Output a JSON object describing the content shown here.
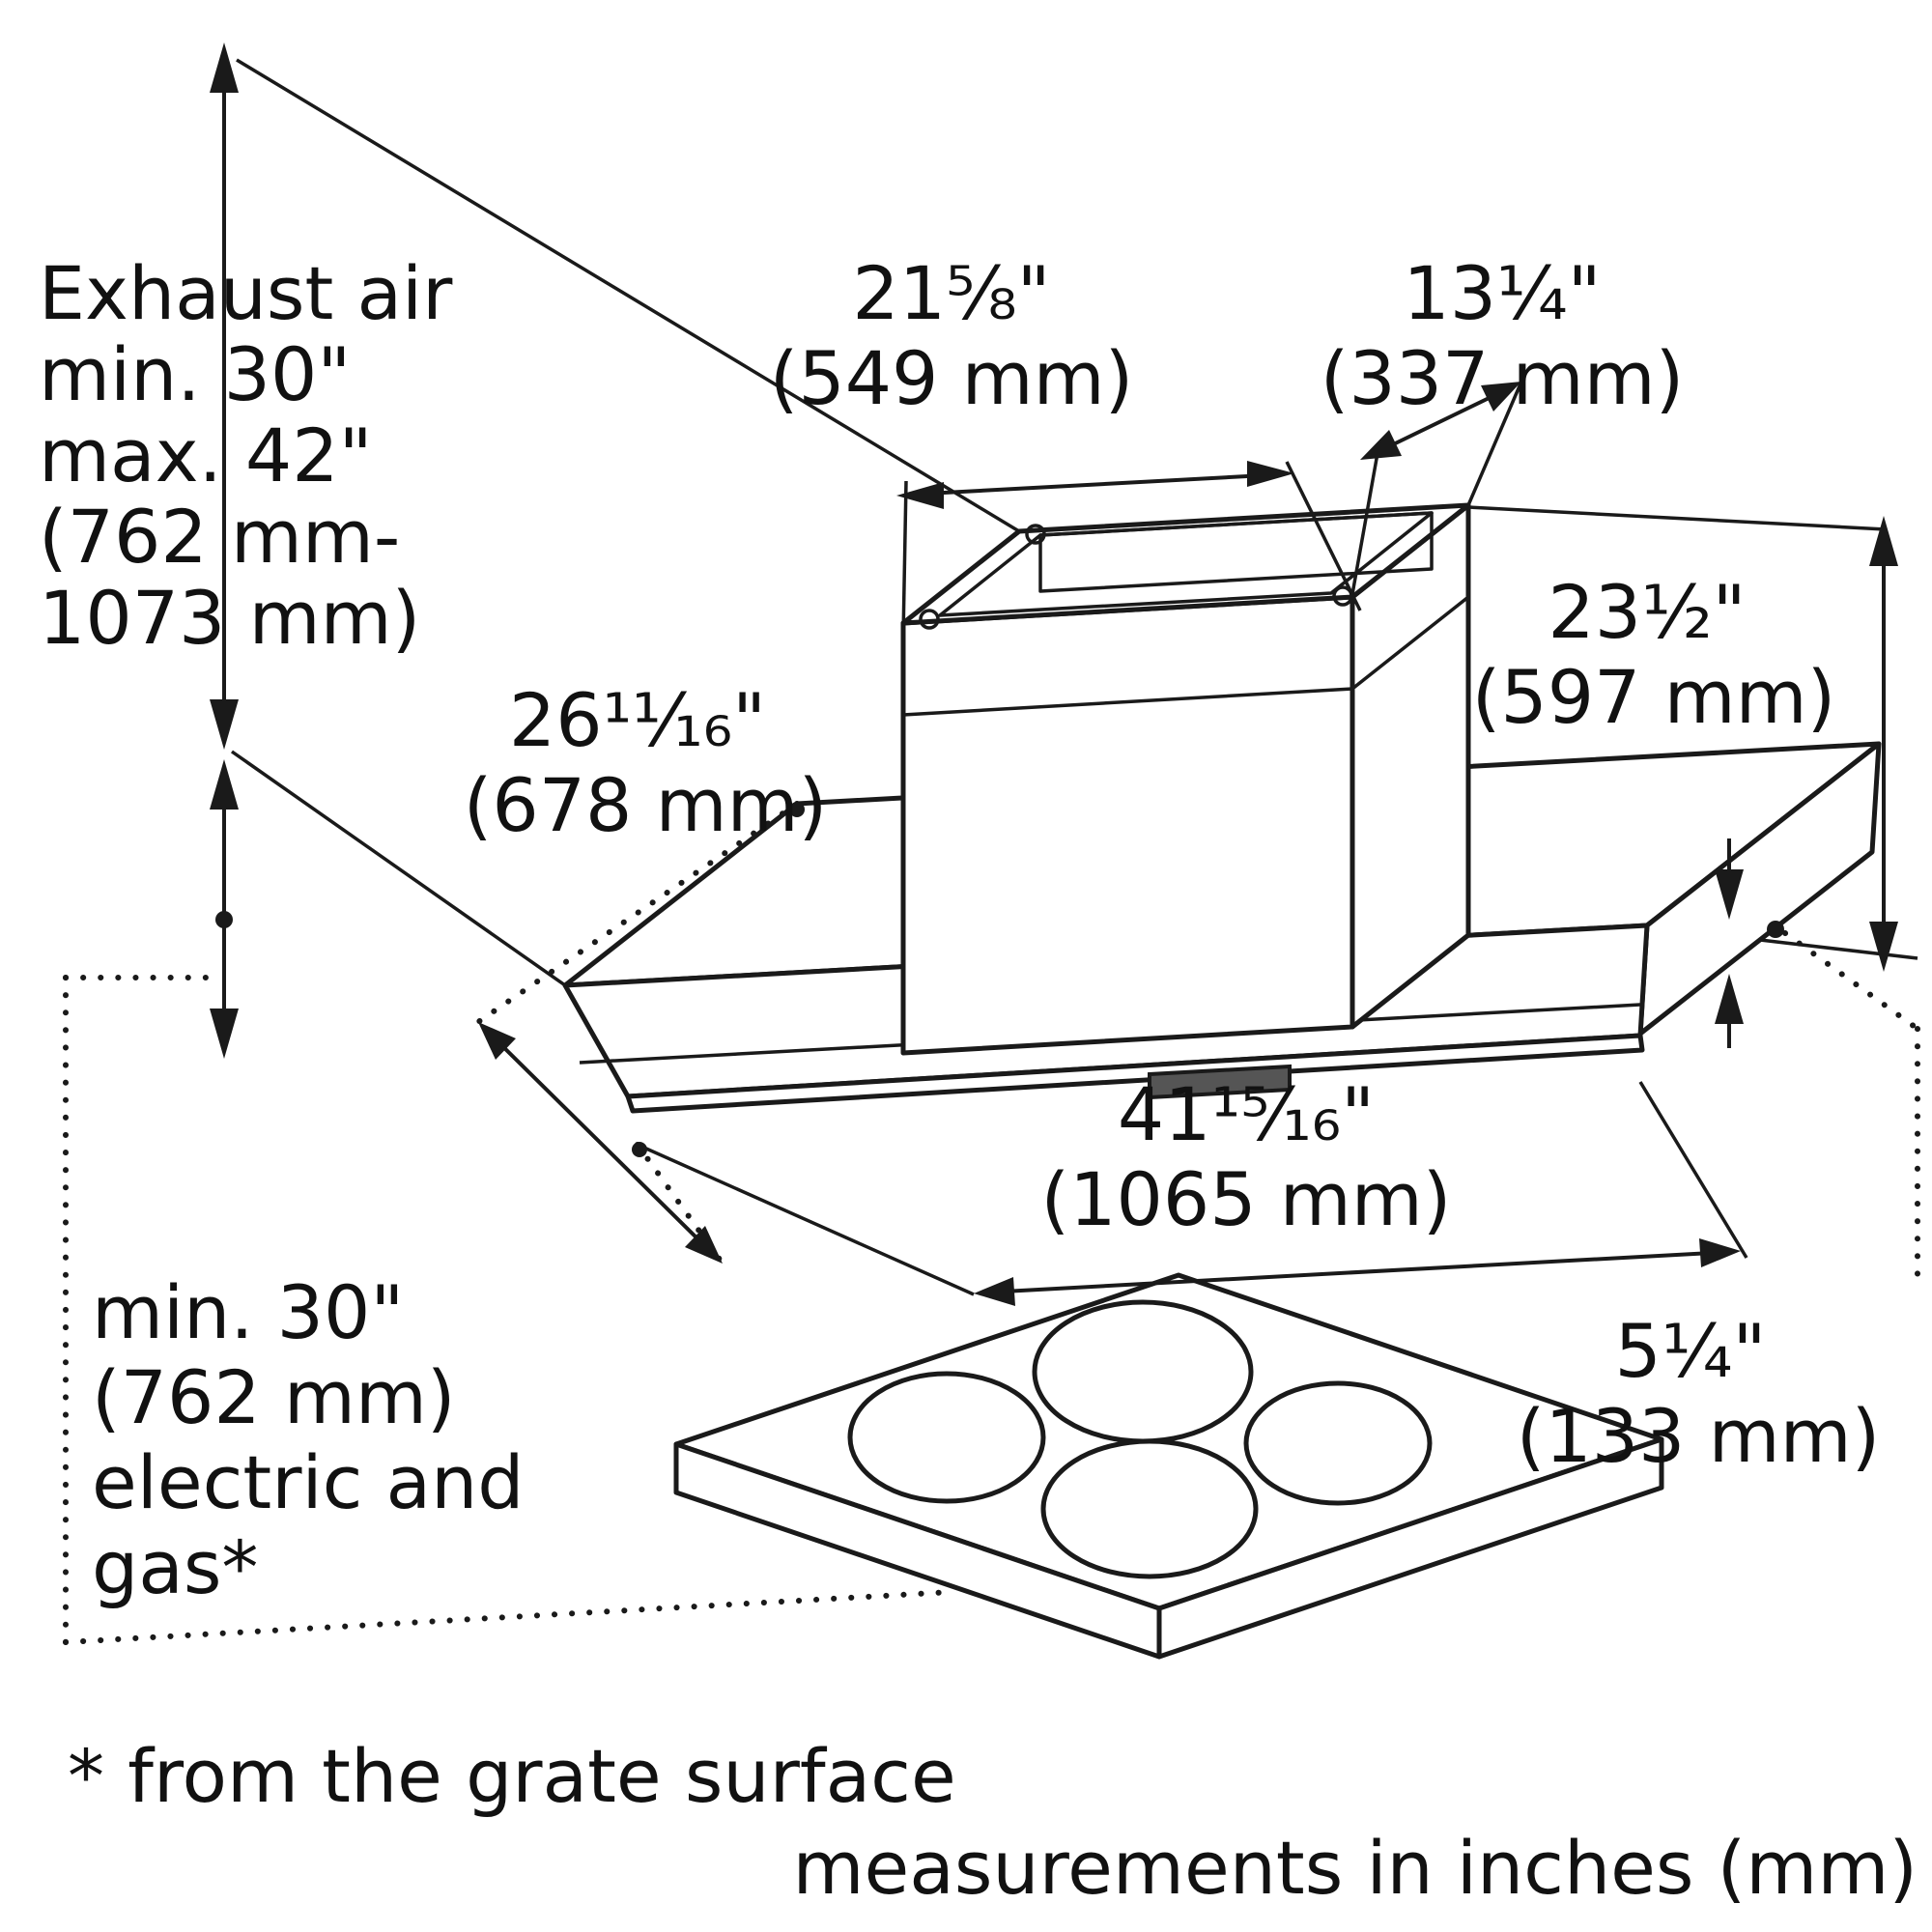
{
  "diagram": {
    "labels": {
      "exhaust_air": {
        "line1": "Exhaust air",
        "line2": "min. 30\"",
        "line3": "max. 42\"",
        "line4": "(762 mm-",
        "line5": "1073 mm)"
      },
      "dim_chimney_width": {
        "inches": "21⁵⁄₈\"",
        "mm": "(549 mm)"
      },
      "dim_chimney_depth": {
        "inches": "13¹⁄₄\"",
        "mm": "(337 mm)"
      },
      "dim_duct_height": {
        "inches": "23¹⁄₂\"",
        "mm": "(597 mm)"
      },
      "dim_hood_depth": {
        "inches": "26¹¹⁄₁₆\"",
        "mm": "(678 mm)"
      },
      "dim_hood_width": {
        "inches": "41¹⁵⁄₁₆\"",
        "mm": "(1065 mm)"
      },
      "dim_hood_height": {
        "inches": "5¹⁄₄\"",
        "mm": "(133 mm)"
      },
      "min_clearance": {
        "line1": "min. 30\"",
        "line2": "(762 mm)",
        "line3": "electric and",
        "line4": "gas*"
      },
      "footnote": "* from the grate surface",
      "units_note": "measurements in inches (mm)"
    },
    "colors": {
      "line": "#1a1a1a",
      "background": "#ffffff"
    }
  }
}
